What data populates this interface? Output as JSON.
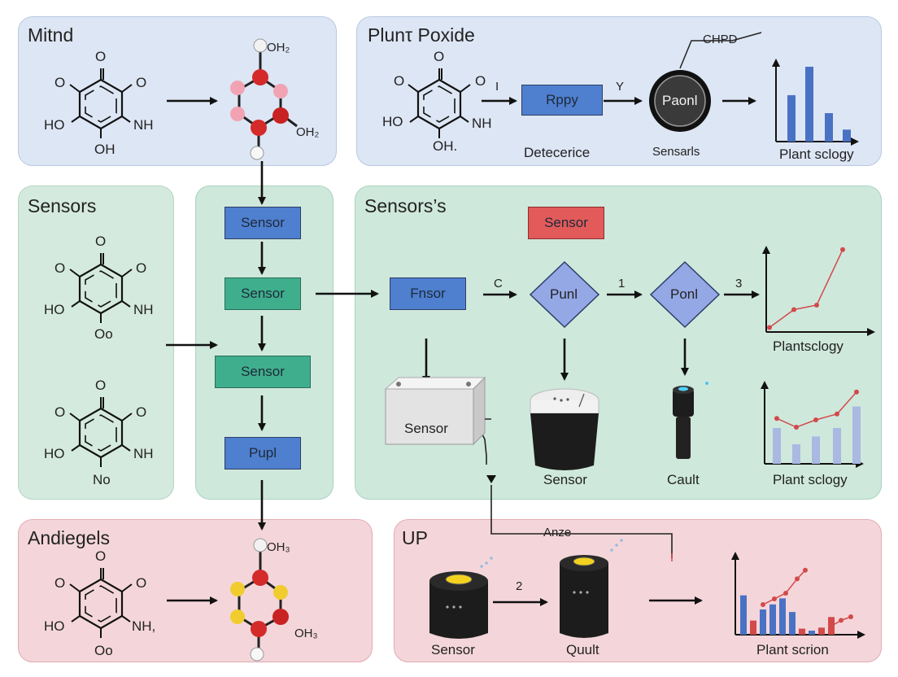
{
  "panels": {
    "top_left_title": "Mitnd",
    "top_right_title": "Plunτ Poxide",
    "mid_left_title": "Sensors",
    "mid_right_title": "Sensors’s",
    "bot_left_title": "Andiegels",
    "bot_right_title": "UP"
  },
  "molecules": {
    "m1": {
      "o_top": "O",
      "o_right": "O",
      "oh_left": "HO",
      "nh": "NH",
      "bottom": "OH",
      "o_left": "O"
    },
    "m2": {
      "o_top": "O",
      "o_right": "O",
      "oh_left": "HO",
      "nh": "NH",
      "bottom": "OH.",
      "o_left": "O"
    },
    "m3": {
      "o_top": "O",
      "o_right": "O",
      "oh_left": "HO",
      "nh": "NH",
      "bottom": "Oo",
      "o_left": "O"
    },
    "m4": {
      "o_top": "O",
      "o_right": "O",
      "oh_left": "HO",
      "nh": "NH",
      "bottom": "No",
      "o_left": "O"
    },
    "m5": {
      "o_top": "O",
      "o_right": "O",
      "oh_left": "HO",
      "nh": "NH,",
      "bottom": "Oo",
      "o_left": "O"
    },
    "ball_top1": "OH₂",
    "ball_side1": "OH₂",
    "ball_top2": "OH₃",
    "ball_side2": "OH₃"
  },
  "flow": {
    "rppy": "Rppy",
    "arrow_i": "I",
    "arrow_y": "Y",
    "chpd": "CHPD",
    "paonl": "Paonl",
    "detecerice": "Detecerice",
    "sensarls": "Sensarls",
    "plant_sclogy_top": "Plant sclogy",
    "sensor1": "Sensor",
    "sensor2": "Sensor",
    "sensor3": "Sensor",
    "pupl": "Pupl",
    "sensor_red": "Sensor",
    "fnsor": "Fnsor",
    "arrow_c": "C",
    "arrow_1": "1",
    "arrow_3": "3",
    "punl": "Punl",
    "ponl": "Ponl",
    "plantsclogy_mid": "Plantsclogy",
    "device_sensor": "Sensor",
    "device_sensor2": "Sensor",
    "device_cault": "Cault",
    "plant_sclogy_mid2": "Plant sclogy",
    "anze": "Anze",
    "arrow_2": "2",
    "sensor_bot": "Sensor",
    "quult": "Quult",
    "plant_scrion": "Plant scrion"
  },
  "chart_data": [
    {
      "type": "bar",
      "title": "",
      "xlabel": "Plant sclogy",
      "values": [
        0.62,
        1.0,
        0.38,
        0.16
      ]
    },
    {
      "type": "line",
      "title": "",
      "xlabel": "Plantsclogy",
      "values": [
        0.05,
        0.25,
        0.3,
        0.92
      ]
    },
    {
      "type": "bar",
      "title": "",
      "xlabel": "Plant sclogy",
      "bars": [
        0.55,
        0.3,
        0.42,
        0.55,
        0.88
      ],
      "line": [
        0.62,
        0.5,
        0.6,
        0.68,
        0.98
      ]
    },
    {
      "type": "bar",
      "title": "",
      "xlabel": "Plant scrion",
      "bars": [
        0.78,
        0.28,
        0.5,
        0.6,
        0.72,
        0.45,
        0.12,
        0.08,
        0.14,
        0.35
      ],
      "line": [
        0.42,
        0.5,
        0.58,
        0.78,
        0.9,
        0.12,
        0.2,
        0.25
      ]
    }
  ],
  "colors": {
    "blue": "#4a72c4",
    "red": "#d24a4a",
    "light_blue": "#a9b9e2"
  }
}
